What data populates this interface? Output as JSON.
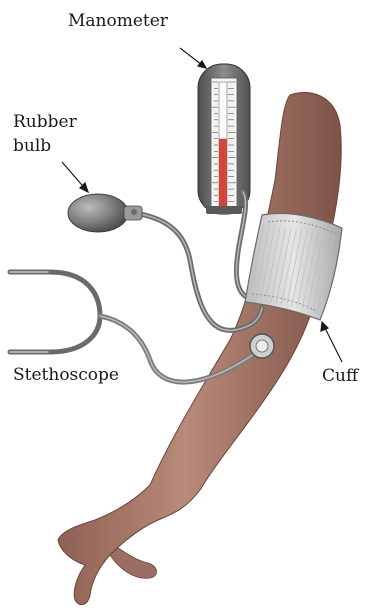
{
  "labels": {
    "manometer": "Manometer",
    "rubber_bulb_line1": "Rubber",
    "rubber_bulb_line2": "bulb",
    "stethoscope": "Stethoscope",
    "cuff": "Cuff"
  },
  "colors": {
    "skin": "#a97a6c",
    "skin_shadow": "#8c5f52",
    "manometer_body": "#6e6e6e",
    "mercury": "#d2473a",
    "cuff_fabric": "#d4d4d4",
    "tube": "#8a8a8a",
    "bulb": "#7d7d7d"
  },
  "manometer_level": 0.55
}
